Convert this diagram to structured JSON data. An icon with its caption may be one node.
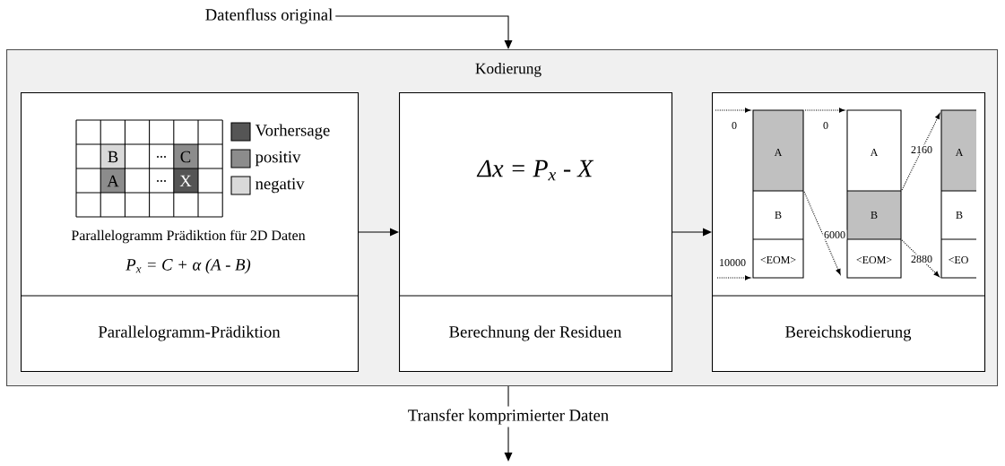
{
  "diagram": {
    "nodes": [
      {
        "text": [
          "Datenfluss original"
        ]
      },
      {
        "text": [
          "Kodierung"
        ]
      },
      {
        "text": [
          "Parallelogramm Prädiktion für 2D Daten",
          "P$_{x}$ = C + α (A - B)",
          "Parallelogramm-Prädiktion"
        ],
        "in": 1
      },
      {
        "text": [
          "Δx = P$_{x}$ - X",
          "Berechnung der Residuen"
        ],
        "in": 1
      },
      {
        "text": [
          "Bereichskodierung"
        ],
        "in": 1
      },
      {
        "text": [
          "Transfer komprimierter Daten"
        ]
      }
    ],
    "edges": [
      {
        "from": 0,
        "to": 1,
        "arrow": "to"
      },
      {
        "from": 2,
        "to": 3,
        "arrow": "to"
      },
      {
        "from": 3,
        "to": 4,
        "arrow": "to"
      },
      {
        "from": 1,
        "to": 5,
        "arrow": "none"
      },
      {
        "from": 5,
        "to": null,
        "arrow": "to"
      }
    ],
    "labels": [
      "B",
      "...",
      "C",
      "A",
      "...",
      "X",
      "0",
      "0",
      "A",
      "A",
      "2160",
      "A",
      "B",
      "B",
      "B",
      "6000",
      "10000",
      "<EOM>",
      "<EOM>",
      "2880",
      "<EO"
    ],
    "legend": [
      {
        "text": "Vorhersage",
        "color": "#555555"
      },
      {
        "text": "positiv",
        "color": "#8c8c8c"
      },
      {
        "text": "negativ",
        "color": "#d9d9d9"
      }
    ]
  }
}
